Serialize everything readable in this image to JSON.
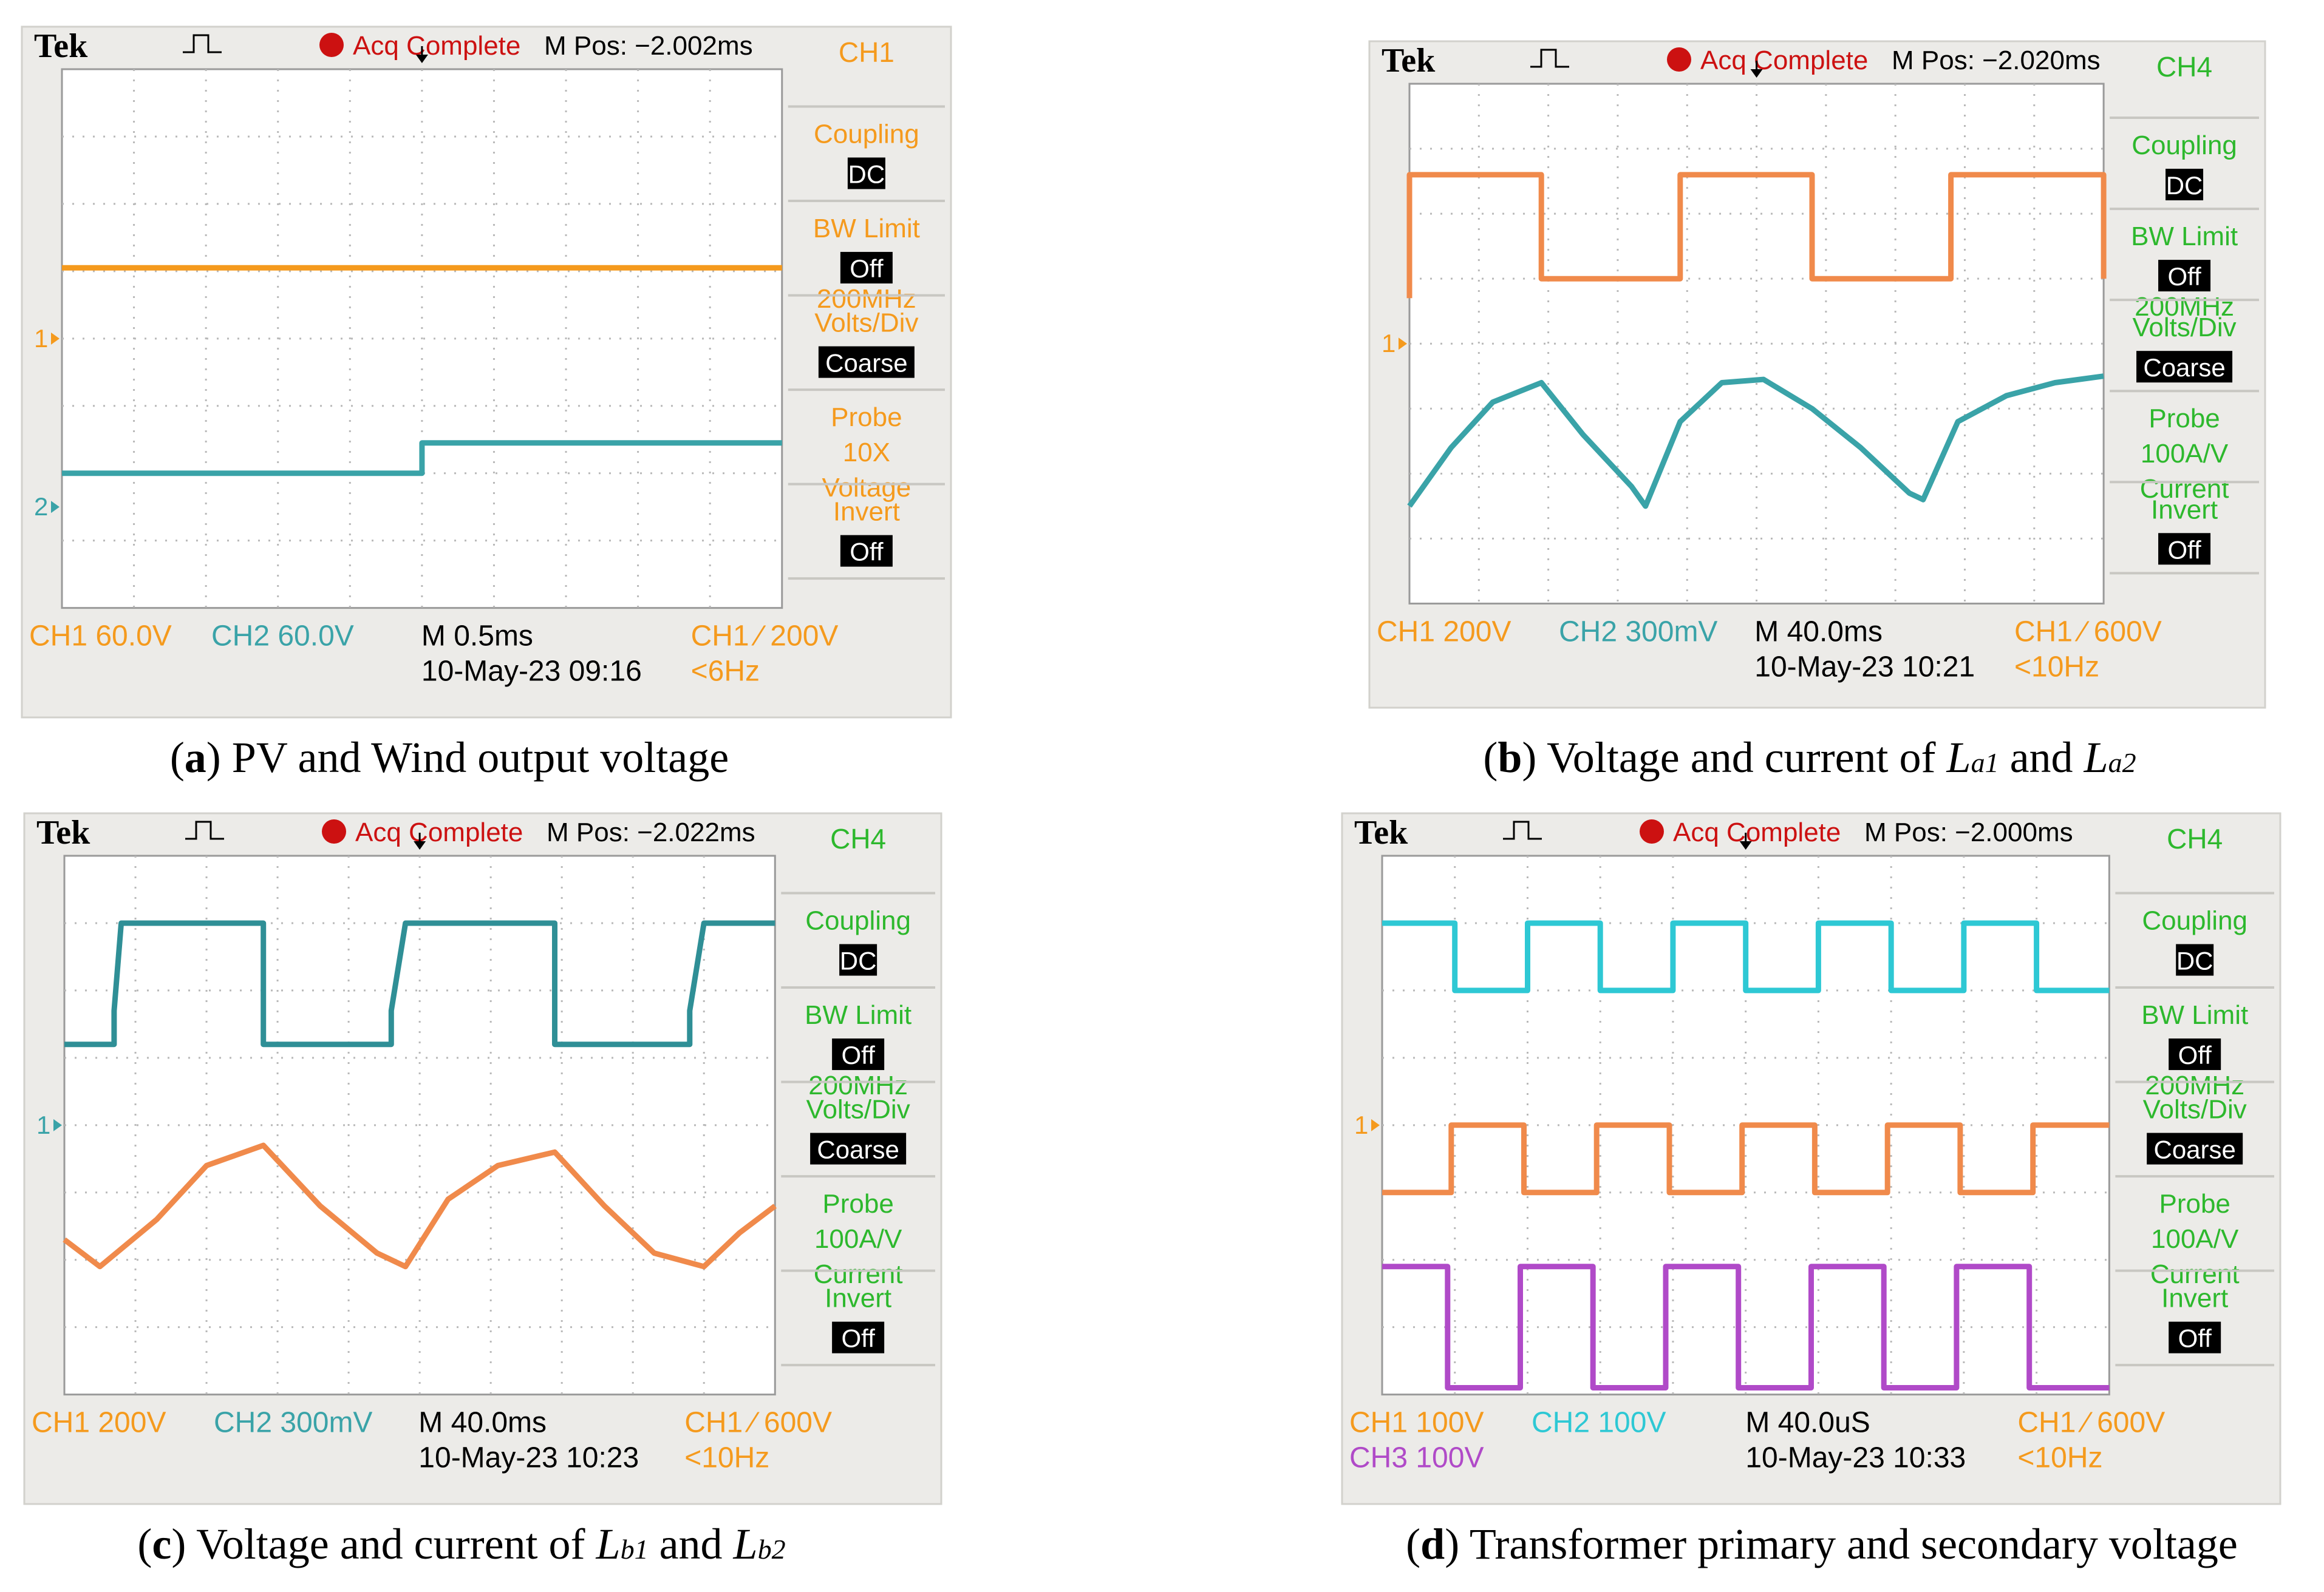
{
  "colors": {
    "orange": "#f59a1d",
    "coral": "#f08a4b",
    "teal": "#3aa3a8",
    "deepteal": "#2f8f96",
    "cyan": "#2ec8d4",
    "magenta": "#b04ac8",
    "green": "#2db82d",
    "red": "#cc1111",
    "screen_bg": "#ffffff",
    "frame_bg": "#ecebe8",
    "grid": "#b9b9b9"
  },
  "chart_data": [
    {
      "type": "line",
      "panel_id": "a",
      "caption": {
        "letter": "a",
        "text": "PV and Wind output voltage",
        "subs": []
      },
      "header": {
        "brand": "Tek",
        "status": "Acq Complete",
        "mpos": "M Pos: −2.002ms"
      },
      "side": {
        "channel": "CH1",
        "color": "#f59a1d",
        "coupling_label": "Coupling",
        "coupling_value": "DC",
        "bw_label": "BW Limit",
        "bw_value": "Off",
        "bw_freq": "200MHz",
        "volts_label": "Volts/Div",
        "volts_value": "Coarse",
        "probe_label": "Probe",
        "probe_line1": "10X",
        "probe_line2": "Voltage",
        "invert_label": "Invert",
        "invert_value": "Off"
      },
      "markers": [
        {
          "label": "1",
          "level": 0.0,
          "color": "#f59a1d"
        },
        {
          "label": "2",
          "level": -2.5,
          "color": "#3aa3a8"
        }
      ],
      "series": [
        {
          "name": "CH1",
          "color": "#f59a1d",
          "x": [
            0,
            10
          ],
          "y": [
            1.05,
            1.05
          ]
        },
        {
          "name": "CH2",
          "color": "#3aa3a8",
          "x": [
            0,
            5,
            5,
            10
          ],
          "y": [
            -2.0,
            -2.0,
            -1.55,
            -1.55
          ]
        }
      ],
      "footer": {
        "ch1": "CH1 60.0V",
        "ch2": "CH2 60.0V",
        "ch3": "",
        "time": "M 0.5ms",
        "date": "10-May-23  09:16",
        "trig": "CH1 ∕ 200V",
        "freq": "<6Hz"
      },
      "xlim": [
        0,
        10
      ],
      "ylim": [
        -4,
        4
      ]
    },
    {
      "type": "line",
      "panel_id": "b",
      "caption": {
        "letter": "b",
        "text": "Voltage and current of ",
        "subs": [
          [
            "L",
            "a1"
          ],
          [
            "L",
            "a2"
          ]
        ]
      },
      "header": {
        "brand": "Tek",
        "status": "Acq Complete",
        "mpos": "M Pos: −2.020ms"
      },
      "side": {
        "channel": "CH4",
        "color": "#2db82d",
        "coupling_label": "Coupling",
        "coupling_value": "DC",
        "bw_label": "BW Limit",
        "bw_value": "Off",
        "bw_freq": "200MHz",
        "volts_label": "Volts/Div",
        "volts_value": "Coarse",
        "probe_label": "Probe",
        "probe_line1": "100A/V",
        "probe_line2": "Current",
        "invert_label": "Invert",
        "invert_value": "Off"
      },
      "markers": [
        {
          "label": "1",
          "level": 0.0,
          "color": "#f59a1d"
        }
      ],
      "series": [
        {
          "name": "CH1",
          "color": "#f08a4b",
          "x": [
            0,
            0,
            1.9,
            1.9,
            3.9,
            3.9,
            5.8,
            5.8,
            7.8,
            7.8,
            10,
            10
          ],
          "y": [
            0.7,
            2.6,
            2.6,
            1.0,
            1.0,
            2.6,
            2.6,
            1.0,
            1.0,
            2.6,
            2.6,
            1.0
          ]
        },
        {
          "name": "CH2",
          "color": "#3aa3a8",
          "x": [
            0,
            0.6,
            1.2,
            1.9,
            2.5,
            3.2,
            3.4,
            3.9,
            4.5,
            5.1,
            5.8,
            6.5,
            7.2,
            7.4,
            7.9,
            8.6,
            9.3,
            10
          ],
          "y": [
            -2.5,
            -1.6,
            -0.9,
            -0.6,
            -1.4,
            -2.2,
            -2.5,
            -1.2,
            -0.6,
            -0.55,
            -1.0,
            -1.6,
            -2.3,
            -2.4,
            -1.2,
            -0.8,
            -0.6,
            -0.5
          ]
        }
      ],
      "footer": {
        "ch1": "CH1 200V",
        "ch2": "CH2 300mV",
        "ch3": "",
        "time": "M 40.0ms",
        "date": "10-May-23  10:21",
        "trig": "CH1 ∕ 600V",
        "freq": "<10Hz"
      },
      "xlim": [
        0,
        10
      ],
      "ylim": [
        -4,
        4
      ]
    },
    {
      "type": "line",
      "panel_id": "c",
      "caption": {
        "letter": "c",
        "text": "Voltage and current of ",
        "subs": [
          [
            "L",
            "b1"
          ],
          [
            "L",
            "b2"
          ]
        ]
      },
      "header": {
        "brand": "Tek",
        "status": "Acq Complete",
        "mpos": "M Pos: −2.022ms"
      },
      "side": {
        "channel": "CH4",
        "color": "#2db82d",
        "coupling_label": "Coupling",
        "coupling_value": "DC",
        "bw_label": "BW Limit",
        "bw_value": "Off",
        "bw_freq": "200MHz",
        "volts_label": "Volts/Div",
        "volts_value": "Coarse",
        "probe_label": "Probe",
        "probe_line1": "100A/V",
        "probe_line2": "Current",
        "invert_label": "Invert",
        "invert_value": "Off"
      },
      "markers": [
        {
          "label": "1",
          "level": 0.0,
          "color": "#3aa3a8"
        }
      ],
      "series": [
        {
          "name": "CH1",
          "color": "#2f8f96",
          "x": [
            0,
            0.7,
            0.7,
            0.8,
            2.8,
            2.8,
            4.6,
            4.6,
            4.8,
            6.9,
            6.9,
            8.8,
            8.8,
            9.0,
            10
          ],
          "y": [
            1.2,
            1.2,
            1.7,
            3.0,
            3.0,
            1.2,
            1.2,
            1.7,
            3.0,
            3.0,
            1.2,
            1.2,
            1.7,
            3.0,
            3.0
          ]
        },
        {
          "name": "CH2",
          "color": "#f08a4b",
          "x": [
            0,
            0.5,
            1.3,
            2.0,
            2.8,
            3.6,
            4.4,
            4.8,
            5.4,
            6.1,
            6.9,
            7.6,
            8.3,
            9.0,
            9.5,
            10
          ],
          "y": [
            -1.7,
            -2.1,
            -1.4,
            -0.6,
            -0.3,
            -1.2,
            -1.9,
            -2.1,
            -1.1,
            -0.6,
            -0.4,
            -1.2,
            -1.9,
            -2.1,
            -1.6,
            -1.2
          ]
        }
      ],
      "footer": {
        "ch1": "CH1 200V",
        "ch2": "CH2 300mV",
        "ch3": "",
        "time": "M 40.0ms",
        "date": "10-May-23  10:23",
        "trig": "CH1 ∕ 600V",
        "freq": "<10Hz"
      },
      "xlim": [
        0,
        10
      ],
      "ylim": [
        -4,
        4
      ]
    },
    {
      "type": "line",
      "panel_id": "d",
      "caption": {
        "letter": "d",
        "text": "Transformer primary and secondary voltage",
        "subs": []
      },
      "header": {
        "brand": "Tek",
        "status": "Acq Complete",
        "mpos": "M Pos: −2.000ms"
      },
      "side": {
        "channel": "CH4",
        "color": "#2db82d",
        "coupling_label": "Coupling",
        "coupling_value": "DC",
        "bw_label": "BW Limit",
        "bw_value": "Off",
        "bw_freq": "200MHz",
        "volts_label": "Volts/Div",
        "volts_value": "Coarse",
        "probe_label": "Probe",
        "probe_line1": "100A/V",
        "probe_line2": "Current",
        "invert_label": "Invert",
        "invert_value": "Off"
      },
      "markers": [
        {
          "label": "1",
          "level": 0.0,
          "color": "#f59a1d"
        }
      ],
      "series": [
        {
          "name": "CH2",
          "color": "#2ec8d4",
          "x": [
            0,
            1.0,
            1.0,
            2.0,
            2.0,
            3.0,
            3.0,
            4.0,
            4.0,
            5.0,
            5.0,
            6.0,
            6.0,
            7.0,
            7.0,
            8.0,
            8.0,
            9.0,
            9.0,
            10
          ],
          "y": [
            3.0,
            3.0,
            2.0,
            2.0,
            3.0,
            3.0,
            2.0,
            2.0,
            3.0,
            3.0,
            2.0,
            2.0,
            3.0,
            3.0,
            2.0,
            2.0,
            3.0,
            3.0,
            2.0,
            2.0
          ]
        },
        {
          "name": "CH1",
          "color": "#f08a4b",
          "x": [
            0,
            0.95,
            0.95,
            1.95,
            1.95,
            2.95,
            2.95,
            3.95,
            3.95,
            4.95,
            4.95,
            5.95,
            5.95,
            6.95,
            6.95,
            7.95,
            7.95,
            8.95,
            8.95,
            10
          ],
          "y": [
            -1.0,
            -1.0,
            0.0,
            0.0,
            -1.0,
            -1.0,
            0.0,
            0.0,
            -1.0,
            -1.0,
            0.0,
            0.0,
            -1.0,
            -1.0,
            0.0,
            0.0,
            -1.0,
            -1.0,
            0.0,
            0.0
          ]
        },
        {
          "name": "CH3",
          "color": "#b04ac8",
          "x": [
            0,
            0.9,
            0.9,
            1.9,
            1.9,
            2.9,
            2.9,
            3.9,
            3.9,
            4.9,
            4.9,
            5.9,
            5.9,
            6.9,
            6.9,
            7.9,
            7.9,
            8.9,
            8.9,
            10
          ],
          "y": [
            -2.1,
            -2.1,
            -3.9,
            -3.9,
            -2.1,
            -2.1,
            -3.9,
            -3.9,
            -2.1,
            -2.1,
            -3.9,
            -3.9,
            -2.1,
            -2.1,
            -3.9,
            -3.9,
            -2.1,
            -2.1,
            -3.9,
            -3.9
          ]
        }
      ],
      "footer": {
        "ch1": "CH1 100V",
        "ch2": "CH2 100V",
        "ch3": "CH3 100V",
        "time": "M 40.0uS",
        "date": "10-May-23  10:33",
        "trig": "CH1 ∕ 600V",
        "freq": "<10Hz"
      },
      "xlim": [
        0,
        10
      ],
      "ylim": [
        -4,
        4
      ]
    }
  ]
}
